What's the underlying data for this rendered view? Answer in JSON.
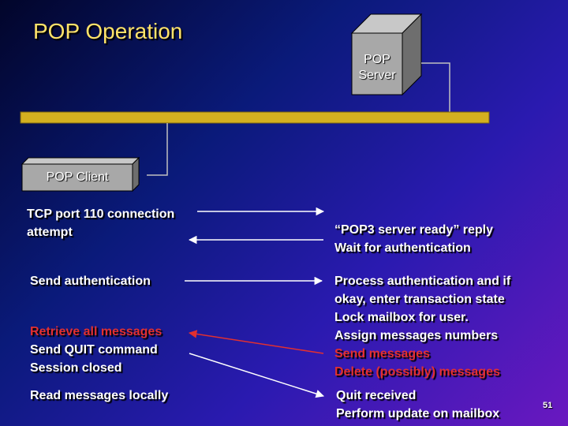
{
  "title": "POP Operation",
  "server": {
    "label_line1": "POP",
    "label_line2": "Server"
  },
  "client": {
    "label": "POP Client"
  },
  "left": {
    "connect_line1": "TCP port 110 connection",
    "connect_line2": "attempt",
    "auth": "Send authentication",
    "retrieve": "Retrieve all messages",
    "quit": "Send QUIT command",
    "closed": "Session closed",
    "read": "Read messages locally"
  },
  "right": {
    "ready": "“POP3 server ready” reply",
    "wait": "Wait for authentication",
    "process_1": "Process authentication and if",
    "process_2": "okay, enter transaction state",
    "lock": "Lock mailbox for user.",
    "assign": "Assign messages numbers",
    "send": "Send messages",
    "delete": "Delete (possibly) messages",
    "quit_received": "Quit received",
    "update": "Perform update on mailbox"
  },
  "page_number": "51",
  "colors": {
    "title": "#ffe36a",
    "bar": "#d4b020",
    "red": "#e23030",
    "box": "#a8a8a8"
  }
}
